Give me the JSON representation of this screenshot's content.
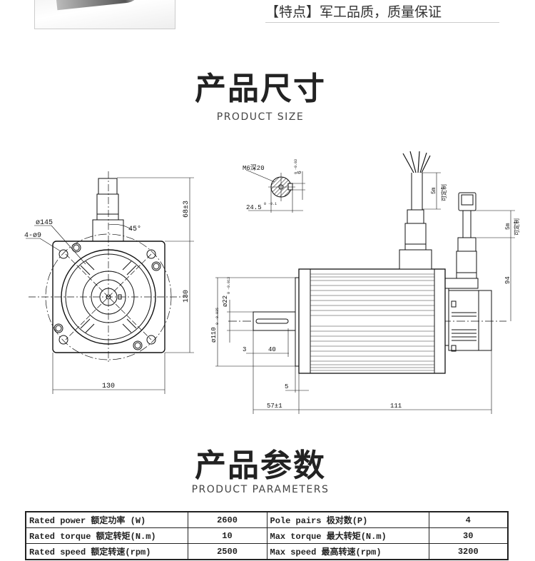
{
  "feature": {
    "text": "【特点】军工品质，质量保证"
  },
  "size_section": {
    "title": "产品尺寸",
    "subtitle": "PRODUCT SIZE"
  },
  "params_section": {
    "title": "产品参数",
    "subtitle": "PRODUCT PARAMETERS"
  },
  "drawing": {
    "front": {
      "d145": "ø145",
      "holes": "4-ø9",
      "angle": "45°",
      "height_conn": "68±3",
      "height": "130",
      "width": "130"
    },
    "section": {
      "thread": "M6深20",
      "key": "6",
      "key_tol": "0 -0.03",
      "dim": "24.5",
      "dim_tol": "0 -0.1"
    },
    "side": {
      "flange": "ø110",
      "flange_tol": "0 -0.035",
      "shaft": "ø22",
      "shaft_tol": "0 -0.013",
      "step": "3",
      "key_len": "40",
      "spigot": "5",
      "shaft_len": "57±1",
      "body_len": "111",
      "conn_h": "94",
      "cable1": "5m",
      "cable1_note": "可定制",
      "cable2": "5m",
      "cable2_note": "可定制"
    }
  },
  "params": [
    [
      {
        "label": "Rated power 额定功率 (W)",
        "value": "2600"
      },
      {
        "label": "Pole pairs  极对数(P)",
        "value": "4"
      }
    ],
    [
      {
        "label": "Rated torque 额定转矩(N.m)",
        "value": "10"
      },
      {
        "label": "Max torque 最大转矩(N.m)",
        "value": "30"
      }
    ],
    [
      {
        "label": "Rated speed 额定转速(rpm)",
        "value": "2500"
      },
      {
        "label": "Max speed  最高转速(rpm)",
        "value": "3200"
      }
    ]
  ]
}
